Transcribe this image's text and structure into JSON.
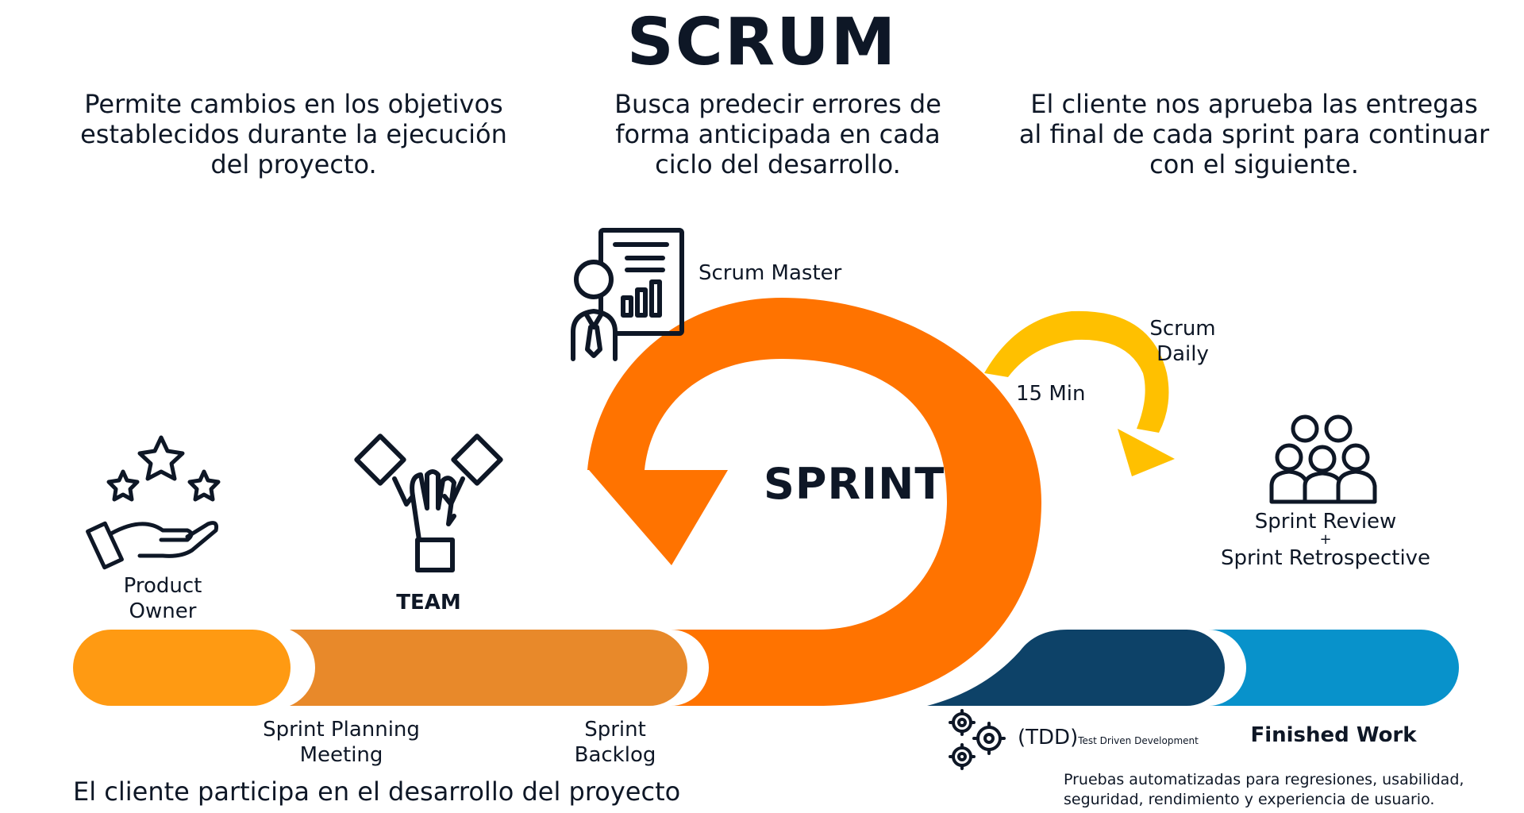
{
  "title": "SCRUM",
  "columns": [
    {
      "text": "Permite cambios en los objetivos establecidos durante la ejecución del proyecto.",
      "lines": [
        "Permite cambios en los objetivos",
        "establecidos durante la ejecución",
        "del proyecto."
      ]
    },
    {
      "text": "Busca predecir errores de forma anticipada en cada ciclo del desarrollo.",
      "lines": [
        "Busca predecir errores de",
        "forma anticipada en cada",
        "ciclo del desarrollo."
      ]
    },
    {
      "text": "El cliente nos aprueba las entregas al final de cada sprint para continuar con el siguiente.",
      "lines": [
        "El cliente nos aprueba las entregas",
        "al final de cada sprint para continuar",
        "con el siguiente."
      ]
    }
  ],
  "roles": {
    "scrum_master": "Scrum Master",
    "product_owner": [
      "Product",
      "Owner"
    ],
    "team": "TEAM",
    "sprint": "SPRINT",
    "scrum_daily": [
      "Scrum",
      "Daily"
    ],
    "daily_duration": "15 Min",
    "review": [
      "Sprint Review",
      "+",
      "Sprint Retrospective"
    ]
  },
  "timeline": {
    "planning": [
      "Sprint Planning",
      "Meeting"
    ],
    "backlog": [
      "Sprint",
      "Backlog"
    ],
    "tdd": "(TDD)",
    "tdd_full": "Test Driven Development",
    "finished": "Finished Work"
  },
  "footer": "El cliente participa en el desarrollo del proyecto",
  "note": [
    "Pruebas automatizadas para regresiones, usabilidad,",
    "seguridad, rendimiento y experiencia de usuario."
  ],
  "colors": {
    "navy": "#0e1726",
    "orange_light": "#ff9a12",
    "orange_mid": "#e8892a",
    "orange_arrow": "#ff7300",
    "yellow": "#ffc000",
    "dark_blue": "#0d4268",
    "light_blue": "#0892cb"
  },
  "icons": [
    "clipboard-person-icon",
    "hand-stars-icon",
    "team-hands-icon",
    "group-people-icon",
    "gears-icon"
  ]
}
